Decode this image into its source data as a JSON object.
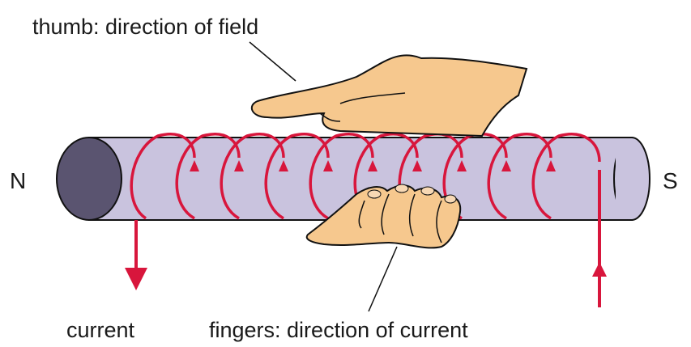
{
  "labels": {
    "north_pole": "N",
    "south_pole": "S",
    "thumb_caption": "thumb: direction of field",
    "fingers_caption": "fingers: direction of current",
    "current_caption": "current"
  },
  "colors": {
    "wire": "#d8163c",
    "rod_body": "#c9c3de",
    "rod_end": "#5a5470",
    "hand_skin": "#f6c88e",
    "outline": "#111111",
    "text": "#1a1a1a"
  },
  "icons": {
    "thumb_hand": "hand-thumb-pointing-left-icon",
    "fingers_hand": "hand-fingers-curled-icon"
  }
}
